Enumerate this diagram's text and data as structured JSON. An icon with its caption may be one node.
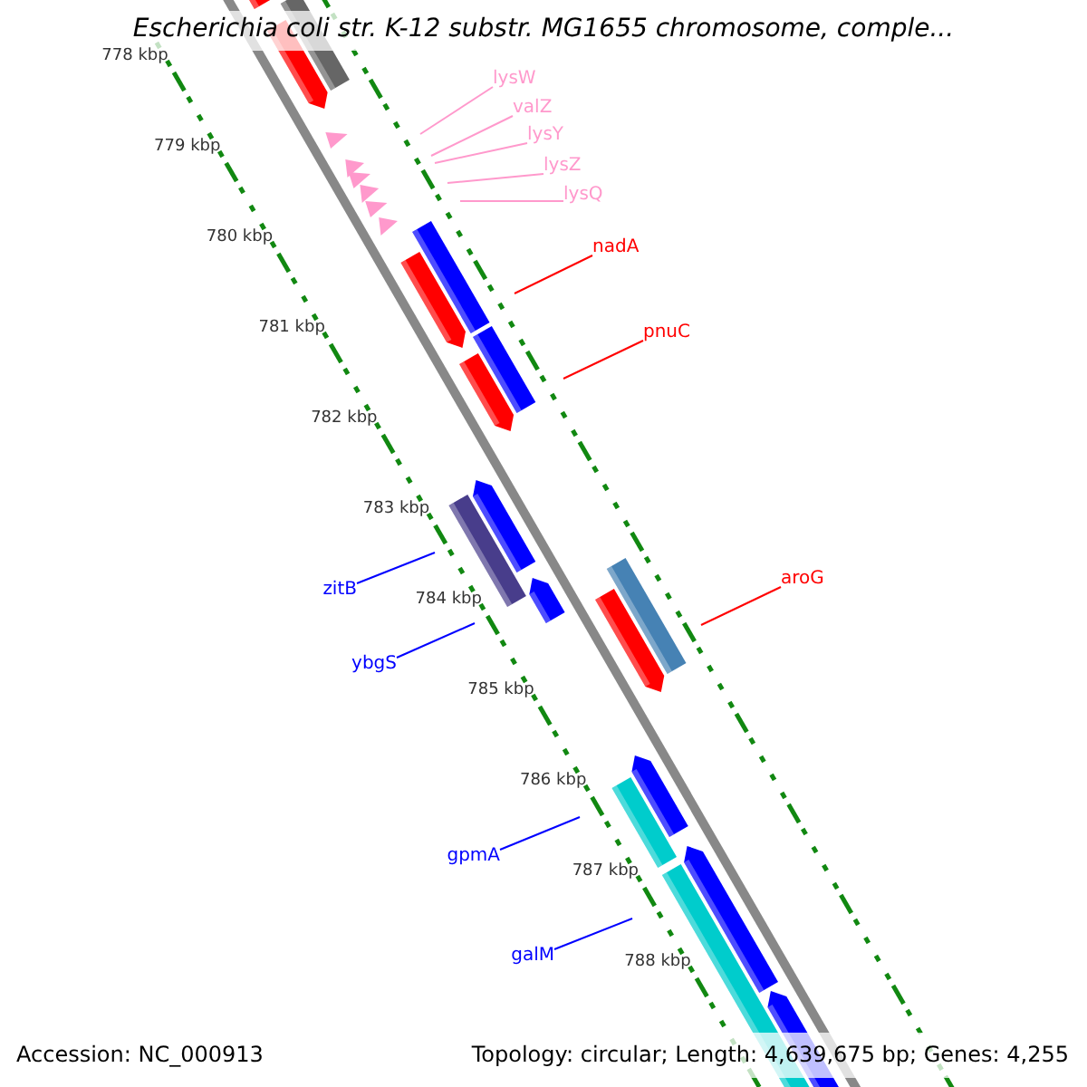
{
  "diagram": {
    "title": "Escherichia coli str. K-12 substr. MG1655 chromosome, comple...",
    "nodes": [
      {
        "text": [
          "lysW"
        ]
      },
      {
        "text": [
          "valZ"
        ]
      },
      {
        "text": [
          "lysY"
        ]
      },
      {
        "text": [
          "lysZ"
        ]
      },
      {
        "text": [
          "lysQ"
        ]
      },
      {
        "text": [
          "nadA"
        ]
      },
      {
        "text": [
          "pnuC"
        ]
      },
      {
        "text": [
          "aroG"
        ]
      },
      {
        "text": [
          "zitB"
        ]
      },
      {
        "text": [
          "ybgS"
        ]
      },
      {
        "text": [
          "gpmA"
        ]
      },
      {
        "text": [
          "galM"
        ]
      }
    ],
    "edges": [
      {
        "from": 0,
        "to": null,
        "arrow": "none",
        "color": "#ff99cc"
      },
      {
        "from": 1,
        "to": null,
        "arrow": "none",
        "color": "#ff99cc"
      },
      {
        "from": 2,
        "to": null,
        "arrow": "none",
        "color": "#ff99cc"
      },
      {
        "from": 3,
        "to": null,
        "arrow": "none",
        "color": "#ff99cc"
      },
      {
        "from": 4,
        "to": null,
        "arrow": "none",
        "color": "#ff99cc"
      },
      {
        "from": 5,
        "to": null,
        "arrow": "none",
        "color": "#ff0000"
      },
      {
        "from": 6,
        "to": null,
        "arrow": "none",
        "color": "#ff0000"
      },
      {
        "from": 7,
        "to": null,
        "arrow": "none",
        "color": "#ff0000"
      },
      {
        "from": 8,
        "to": null,
        "arrow": "none",
        "color": "#0000ff"
      },
      {
        "from": 9,
        "to": null,
        "arrow": "none",
        "color": "#0000ff"
      },
      {
        "from": 10,
        "to": null,
        "arrow": "none",
        "color": "#0000ff"
      },
      {
        "from": 11,
        "to": null,
        "arrow": "none",
        "color": "#0000ff"
      }
    ],
    "labels": [
      "778 kbp",
      "779 kbp",
      "780 kbp",
      "781 kbp",
      "782 kbp",
      "783 kbp",
      "784 kbp",
      "785 kbp",
      "786 kbp",
      "787 kbp",
      "788 kbp",
      "Accession: NC_000913",
      "Topology: circular; Length: 4,639,675 bp; Genes: 4,255"
    ]
  }
}
